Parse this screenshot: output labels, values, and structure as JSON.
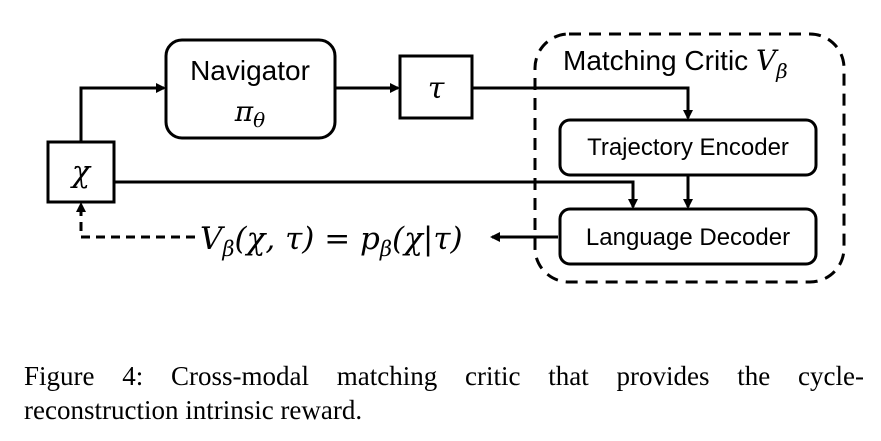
{
  "diagram": {
    "navigator": {
      "label": "Navigator",
      "symbol": "π",
      "subscript": "θ"
    },
    "trajectory_node": {
      "symbol": "τ"
    },
    "instruction_node": {
      "symbol": "χ"
    },
    "critic": {
      "label": "Matching Critic ",
      "symbol": "V",
      "subscript": "β"
    },
    "trajectory_encoder": {
      "label": "Trajectory Encoder"
    },
    "language_decoder": {
      "label": "Language Decoder"
    },
    "equation": {
      "lhs_symbol": "V",
      "lhs_sub": "β",
      "lhs_args": "(χ, τ) = ",
      "rhs_symbol": "p",
      "rhs_sub": "β",
      "rhs_args": "(χ|τ)"
    }
  },
  "caption": {
    "line1": "Figure 4:  Cross-modal matching critic that provides the cycle-",
    "line2": "reconstruction intrinsic reward."
  }
}
